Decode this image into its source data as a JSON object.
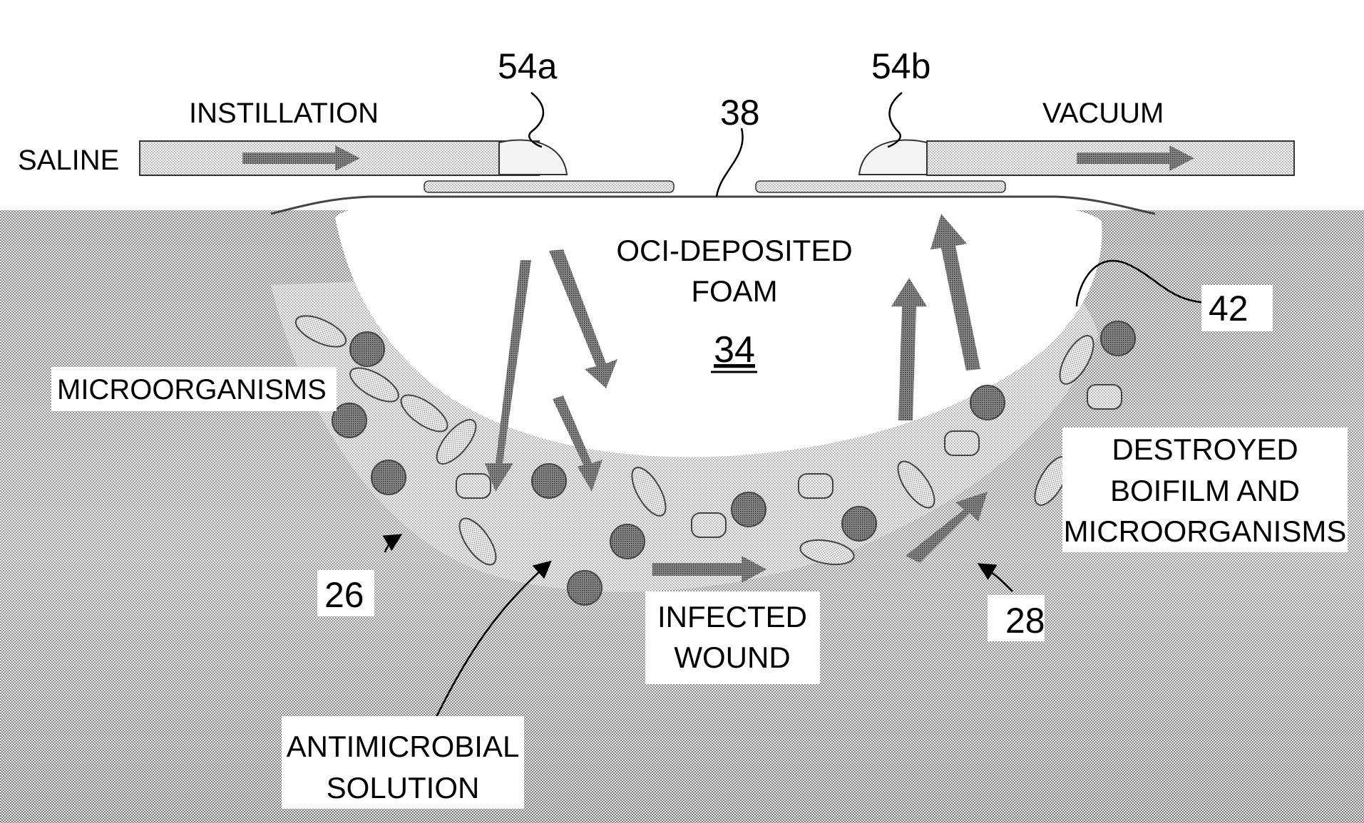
{
  "labels": {
    "saline": "SALINE",
    "instillation": "INSTILLATION",
    "vacuum": "VACUUM",
    "ref_54a": "54a",
    "ref_54b": "54b",
    "ref_38": "38",
    "foam_line1": "OCI-DEPOSITED",
    "foam_line2": "FOAM",
    "ref_34": "34",
    "ref_42": "42",
    "microorganisms": "MICROORGANISMS",
    "destroyed_line1": "DESTROYED",
    "destroyed_line2": "BOIFILM AND",
    "destroyed_line3": "MICROORGANISMS",
    "ref_26": "26",
    "ref_28": "28",
    "infected_line1": "INFECTED",
    "infected_line2": "WOUND",
    "antimicrobial_line1": "ANTIMICROBIAL",
    "antimicrobial_line2": "SOLUTION"
  },
  "colors": {
    "tissue_dark": "#6f6f6f",
    "tissue_light": "#cfcfcf",
    "tube_fill": "#d6d6d6",
    "foam": "#ffffff",
    "microbe_dark": "#6a6a6a",
    "microbe_light": "#c8c8c8",
    "line": "#000000"
  }
}
